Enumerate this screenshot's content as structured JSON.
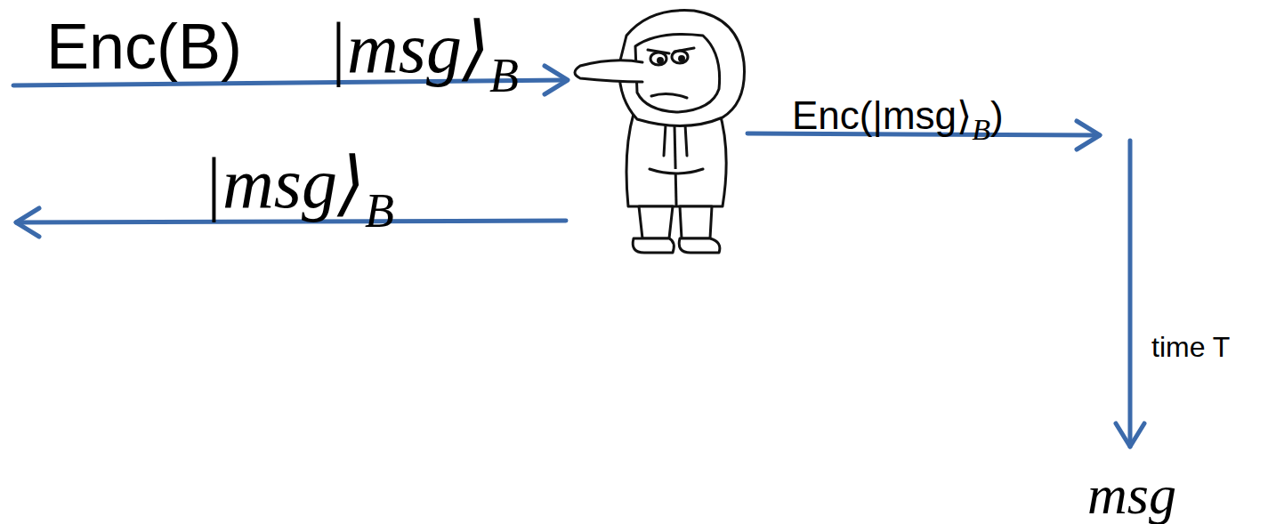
{
  "diagram": {
    "labels": [
      "Enc(B)",
      "|msg⟩",
      "B",
      "|msg⟩",
      "B",
      "Enc(|msg⟩",
      "B",
      ")",
      "time T",
      "msg"
    ]
  }
}
